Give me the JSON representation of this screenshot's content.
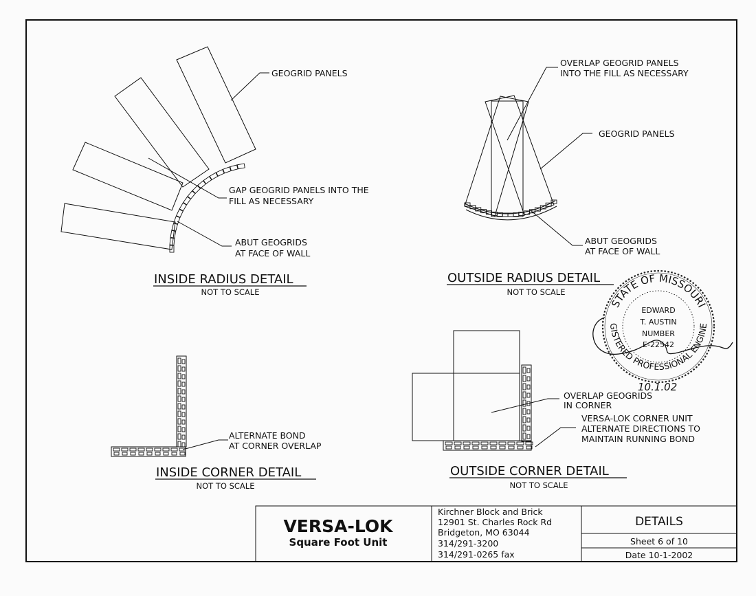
{
  "drawing": {
    "inside_radius": {
      "title": "INSIDE RADIUS DETAIL",
      "scale": "NOT TO SCALE",
      "notes": {
        "geogrid_panels": "GEOGRID PANELS",
        "gap_line1": "GAP GEOGRID PANELS INTO THE",
        "gap_line2": "FILL AS NECESSARY",
        "abut_line1": "ABUT GEOGRIDS",
        "abut_line2": "AT FACE OF WALL"
      }
    },
    "outside_radius": {
      "title": "OUTSIDE RADIUS DETAIL",
      "scale": "NOT TO SCALE",
      "notes": {
        "overlap_line1": "OVERLAP GEOGRID PANELS",
        "overlap_line2": "INTO THE FILL AS NECESSARY",
        "geogrid_panels": "GEOGRID PANELS",
        "abut_line1": "ABUT GEOGRIDS",
        "abut_line2": "AT FACE OF WALL"
      }
    },
    "inside_corner": {
      "title": "INSIDE CORNER DETAIL",
      "scale": "NOT TO SCALE",
      "notes": {
        "alt_line1": "ALTERNATE BOND",
        "alt_line2": "AT CORNER OVERLAP"
      }
    },
    "outside_corner": {
      "title": "OUTSIDE CORNER DETAIL",
      "scale": "NOT TO SCALE",
      "notes": {
        "overlap_line1": "OVERLAP GEOGRIDS",
        "overlap_line2": "IN CORNER",
        "unit_line1": "VERSA-LOK CORNER UNIT",
        "unit_line2": "ALTERNATE DIRECTIONS TO",
        "unit_line3": "MAINTAIN RUNNING BOND"
      }
    }
  },
  "stamp": {
    "top_text": "STATE OF MISSOURI",
    "bottom_text": "REGISTERED PROFESSIONAL ENGINEER",
    "name1": "EDWARD",
    "name2": "T. AUSTIN",
    "number_label": "NUMBER",
    "number": "E-22542",
    "date_handwritten": "10.1.02"
  },
  "title_block": {
    "brand": "VERSA-LOK",
    "product": "Square Foot Unit",
    "supplier": {
      "name": "Kirchner Block and Brick",
      "address": "12901 St. Charles Rock Rd",
      "city": "Bridgeton, MO  63044",
      "phone": "314/291-3200",
      "fax": "314/291-0265 fax"
    },
    "sheet_title": "DETAILS",
    "sheet": "Sheet 6 of 10",
    "date": "Date 10-1-2002"
  }
}
